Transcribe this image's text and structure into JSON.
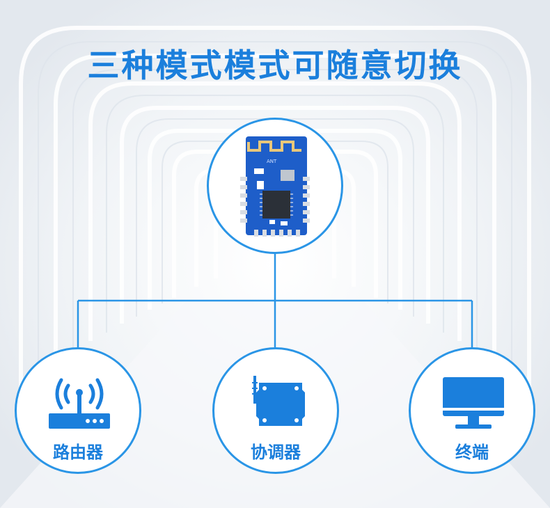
{
  "title": "三种模式模式可随意切换",
  "colors": {
    "accent": "#1b7fdc",
    "line": "#2a95e6",
    "pcb": "#1e5ec9"
  },
  "module": {
    "icon": "bluetooth-module-pcb-icon",
    "antenna_label": "ANT"
  },
  "modes": [
    {
      "label": "路由器",
      "icon": "router-icon"
    },
    {
      "label": "协调器",
      "icon": "coordinator-board-icon"
    },
    {
      "label": "终端",
      "icon": "monitor-icon"
    }
  ]
}
